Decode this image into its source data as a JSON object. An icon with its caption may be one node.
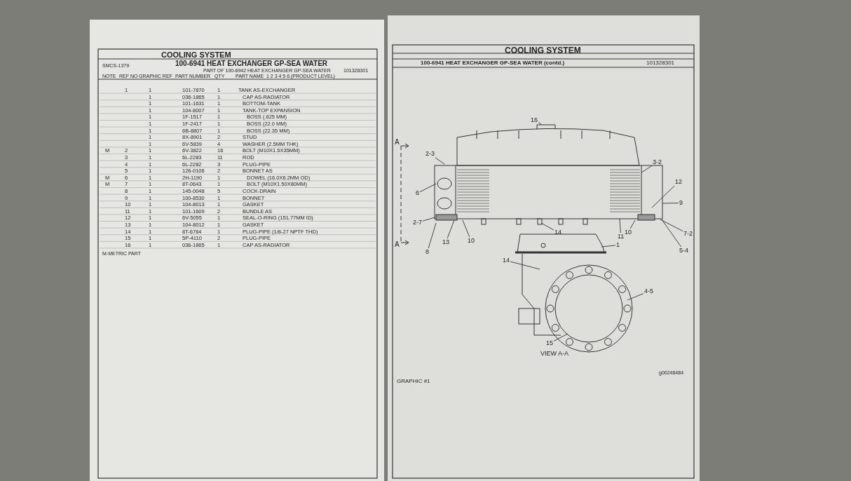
{
  "diagram": {
    "nodes": [
      {
        "text": [
          "16"
        ]
      },
      {
        "text": [
          "2-3"
        ]
      },
      {
        "text": [
          "3-2"
        ]
      },
      {
        "text": [
          "6"
        ]
      },
      {
        "text": [
          "12"
        ]
      },
      {
        "text": [
          "9"
        ]
      },
      {
        "text": [
          "2-7"
        ]
      },
      {
        "text": [
          "13"
        ]
      },
      {
        "text": [
          "10"
        ]
      },
      {
        "text": [
          "8"
        ]
      },
      {
        "text": [
          "14"
        ]
      },
      {
        "text": [
          "11"
        ]
      },
      {
        "text": [
          "10"
        ]
      },
      {
        "text": [
          "7-2"
        ]
      },
      {
        "text": [
          "5-4"
        ]
      },
      {
        "text": [
          "1"
        ]
      },
      {
        "text": [
          "14"
        ]
      },
      {
        "text": [
          "4-5"
        ]
      },
      {
        "text": [
          "15"
        ]
      },
      {
        "text": [],
        "shape": "picture"
      },
      {
        "text": [],
        "shape": "picture"
      }
    ],
    "edges": [
      {
        "from": 0,
        "to": 19,
        "arrow": "none"
      },
      {
        "from": 1,
        "to": 19,
        "arrow": "none"
      },
      {
        "from": 2,
        "to": 19,
        "arrow": "none"
      },
      {
        "from": 3,
        "to": 19,
        "arrow": "none"
      },
      {
        "from": 4,
        "to": 19,
        "arrow": "none"
      },
      {
        "from": 5,
        "to": 19,
        "arrow": "none"
      },
      {
        "from": 6,
        "to": 19,
        "arrow": "none"
      },
      {
        "from": 7,
        "to": 19,
        "arrow": "none"
      },
      {
        "from": 8,
        "to": 19,
        "arrow": "none"
      },
      {
        "from": 9,
        "to": 19,
        "arrow": "none"
      },
      {
        "from": 10,
        "to": 19,
        "arrow": "none"
      },
      {
        "from": 11,
        "to": 19,
        "arrow": "none"
      },
      {
        "from": 12,
        "to": 19,
        "arrow": "none"
      },
      {
        "from": 13,
        "to": 19,
        "arrow": "none"
      },
      {
        "from": 14,
        "to": 19,
        "arrow": "none"
      },
      {
        "from": 15,
        "to": 20,
        "arrow": "none"
      },
      {
        "from": 16,
        "to": 20,
        "arrow": "none"
      },
      {
        "from": 17,
        "to": 20,
        "arrow": "none"
      },
      {
        "from": 18,
        "to": 20,
        "arrow": "none"
      }
    ],
    "labels": [
      "COOLING SYSTEM",
      "100-6941 HEAT EXCHANGER GP-SEA WATER",
      "PART OF 100-6942 HEAT EXCHANGER GP-SEA WATER",
      "101328301",
      "SMCS-1379",
      "NOTE",
      "REF NO",
      "GRAPHIC REF",
      "PART NUMBER",
      "QTY",
      "PART NAME",
      "1 2 3 4 5 6 (PRODUCT LEVEL)",
      "1",
      "1",
      "101-7870",
      "1",
      "TANK AS-EXCHANGER",
      "1",
      "036-1865",
      "1",
      "CAP AS-RADIATOR",
      "1",
      "101-1631",
      "1",
      "BOTTOM-TANK",
      "1",
      "104-8007",
      "1",
      "TANK-TOP EXPANSION",
      "1",
      "1F-1517",
      "1",
      "BOSS (.625 MM)",
      "1",
      "1F-2417",
      "1",
      "BOSS (22.0 MM)",
      "1",
      "6B-8807",
      "1",
      "BOSS (22.35 MM)",
      "1",
      "8X-8901",
      "2",
      "STUD",
      "1",
      "6V-5839",
      "4",
      "WASHER (2.5MM THK)",
      "M",
      "2",
      "1",
      "6V-3822",
      "16",
      "BOLT (M10X1.5X35MM)",
      "3",
      "1",
      "6L-2283",
      "11",
      "ROD",
      "4",
      "1",
      "6L-2282",
      "3",
      "PLUG-PIPE",
      "5",
      "1",
      "126-0106",
      "2",
      "BONNET AS",
      "M",
      "6",
      "1",
      "2H-1190",
      "1",
      "DOWEL (16.0X6.2MM OD)",
      "M",
      "7",
      "1",
      "8T-0643",
      "1",
      "BOLT (M10X1.50X80MM)",
      "8",
      "1",
      "145-0048",
      "5",
      "COCK-DRAIN",
      "9",
      "1",
      "100-8530",
      "1",
      "BONNET",
      "10",
      "1",
      "104-8013",
      "1",
      "GASKET",
      "11",
      "1",
      "101-1609",
      "2",
      "BUNDLE AS",
      "12",
      "1",
      "6V-5055",
      "1",
      "SEAL-O-RING (151.77MM ID)",
      "13",
      "1",
      "104-8012",
      "1",
      "GASKET",
      "14",
      "1",
      "8T-6764",
      "1",
      "PLUG-PIPE (1/8-27 NPTF THD)",
      "15",
      "1",
      "5P-4110",
      "2",
      "PLUG-PIPE",
      "16",
      "1",
      "036-1865",
      "1",
      "CAP AS-RADIATOR",
      "M-METRIC PART",
      "COOLING SYSTEM",
      "100-6941 HEAT EXCHANGER GP-SEA WATER (contd.)",
      "101328301",
      "A",
      "A",
      "VIEW A-A",
      "GRAPHIC #1",
      "g00246484"
    ]
  }
}
